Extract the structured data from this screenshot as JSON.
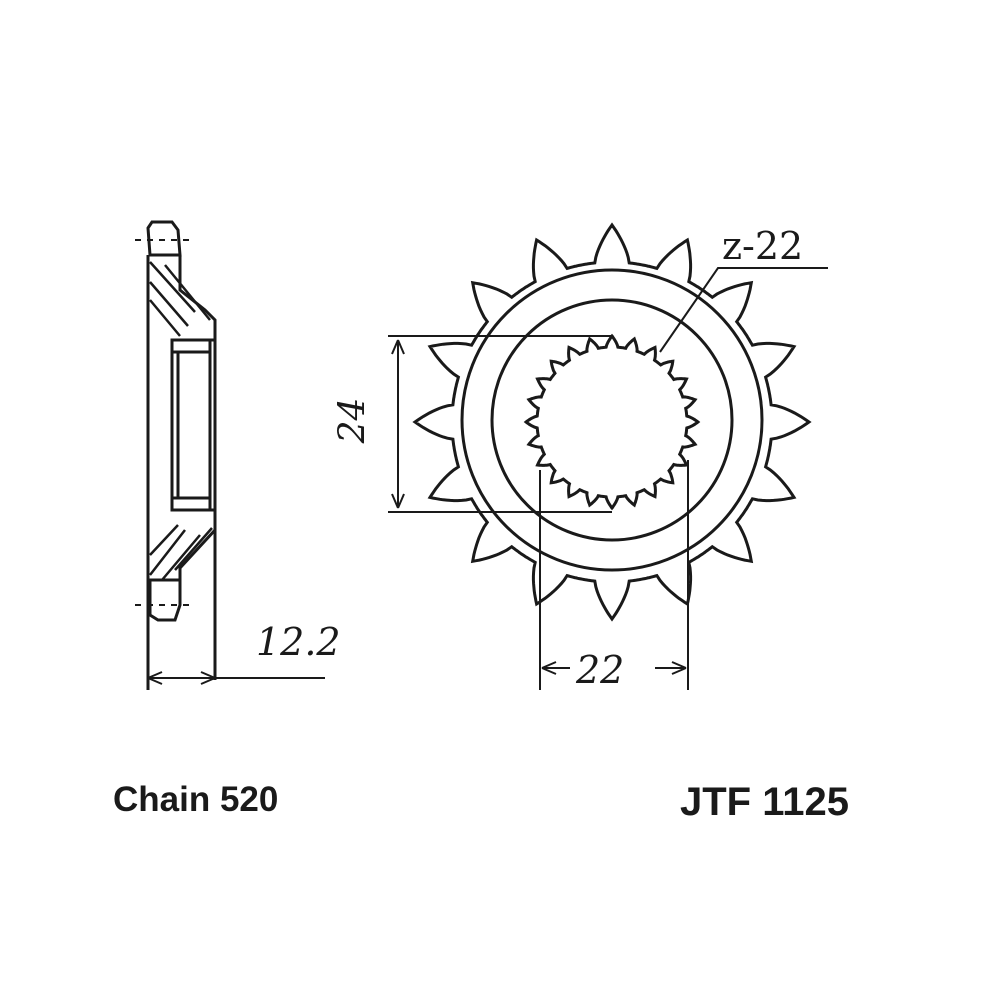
{
  "drawing": {
    "tooth_label": "z-22",
    "height_dim": "24",
    "width_dim": "22",
    "thickness_dim": "12.2",
    "sprocket_teeth": 16,
    "spline_teeth": 24
  },
  "footer": {
    "chain": "Chain 520",
    "part_number": "JTF 1125"
  },
  "colors": {
    "line": "#1a1a1a",
    "background": "#ffffff"
  }
}
